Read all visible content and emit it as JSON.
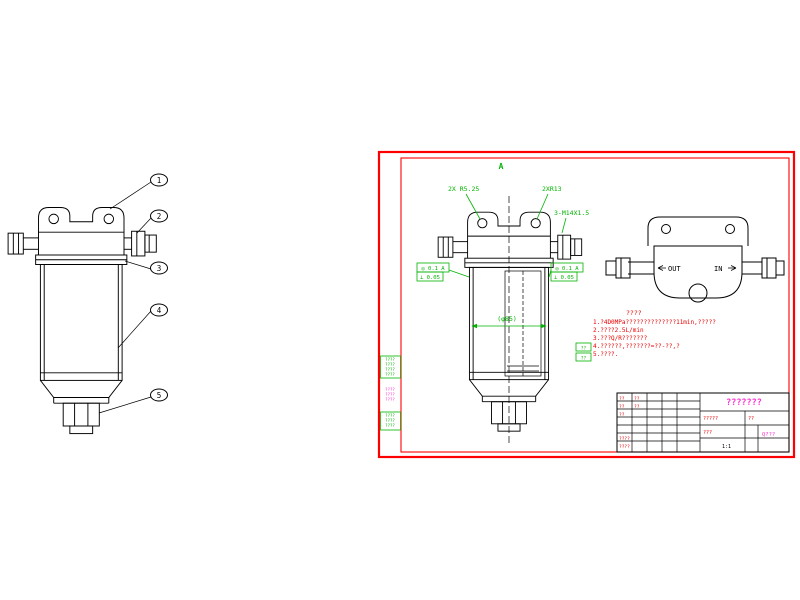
{
  "left_view": {
    "balloons": [
      "1",
      "2",
      "3",
      "4",
      "5"
    ]
  },
  "sheet": {
    "view_label": "A",
    "colors": {
      "border": "#ff0000",
      "annotation": "#00b400",
      "notes": "#e80000",
      "title": "#ff2fd0"
    },
    "dimensions": {
      "radius_left": "2X R5.25",
      "radius_right": "2XR13",
      "thread": "3-M14X1.5",
      "diameter": "(φ85)",
      "gdt_left_top": "◎ 0.1 A",
      "gdt_left_bottom": "⊥ 0.05",
      "gdt_right_top": "◎ 0.1 A",
      "gdt_right_bottom": "⊥ 0.05"
    },
    "top_view": {
      "out_label": "OUT",
      "in_label": "IN"
    },
    "notes": {
      "heading": "????",
      "lines": [
        "1.?4D0MPa??????????????11min,?????",
        "2.????2.5L/min",
        "3.???Q/R???????",
        "4.??????,???????=??-??,?",
        "5.????."
      ],
      "tags": [
        "??",
        "??"
      ]
    },
    "margin_blocks": {
      "group1": [
        "????",
        "????",
        "????",
        "????"
      ],
      "group2": [
        "????",
        "????",
        "????"
      ],
      "group3": [
        "????",
        "????",
        "????"
      ]
    },
    "title_block": {
      "product_name": "???????",
      "left_cells": [
        "??",
        "??",
        "??",
        "??",
        "??",
        "????",
        "????"
      ],
      "mid_cells": [
        "?????",
        "??",
        "???",
        "1:1"
      ],
      "doc_no": "Q???"
    }
  }
}
